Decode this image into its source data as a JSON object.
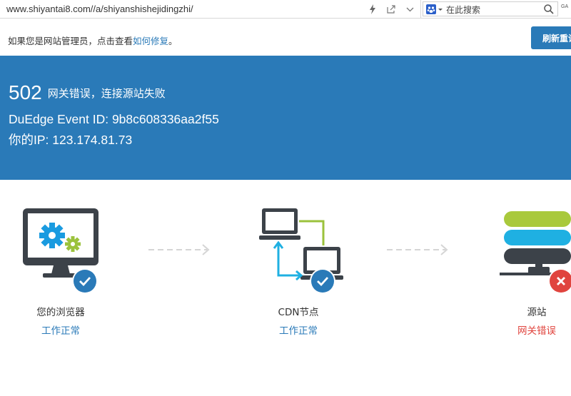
{
  "browser": {
    "url": "www.shiyantai8.com//a/shiyanshishejidingzhi/",
    "search_placeholder": "在此搜索",
    "ext_label": "GA",
    "icons": [
      "lightning-icon",
      "share-icon",
      "chevron-down-icon",
      "baidu-paw-icon",
      "search-icon"
    ]
  },
  "notice": {
    "text": "如果您是网站管理员，点击查看",
    "link": "如何修复",
    "suffix": "。",
    "refresh_button": "刷新重试"
  },
  "error": {
    "code": "502",
    "message": "网关错误，连接源站失败",
    "event_id_line": "DuEdge Event ID: 9b8c608336aa2f55",
    "ip_line": "你的IP: 123.174.81.73"
  },
  "nodes": [
    {
      "title": "您的浏览器",
      "status": "工作正常",
      "state": "ok",
      "icon": "monitor-gears-icon"
    },
    {
      "title": "CDN节点",
      "status": "工作正常",
      "state": "ok",
      "icon": "network-icon"
    },
    {
      "title": "源站",
      "status": "网关错误",
      "state": "error",
      "icon": "server-icon"
    }
  ],
  "colors": {
    "brand_blue": "#2a7ab8",
    "error_red": "#e0443e",
    "dark_gray": "#3c4249",
    "server_green": "#a9c93c",
    "server_cyan": "#1fb0e2",
    "gear_blue": "#1a9be0",
    "gear_green": "#9bc23c"
  }
}
